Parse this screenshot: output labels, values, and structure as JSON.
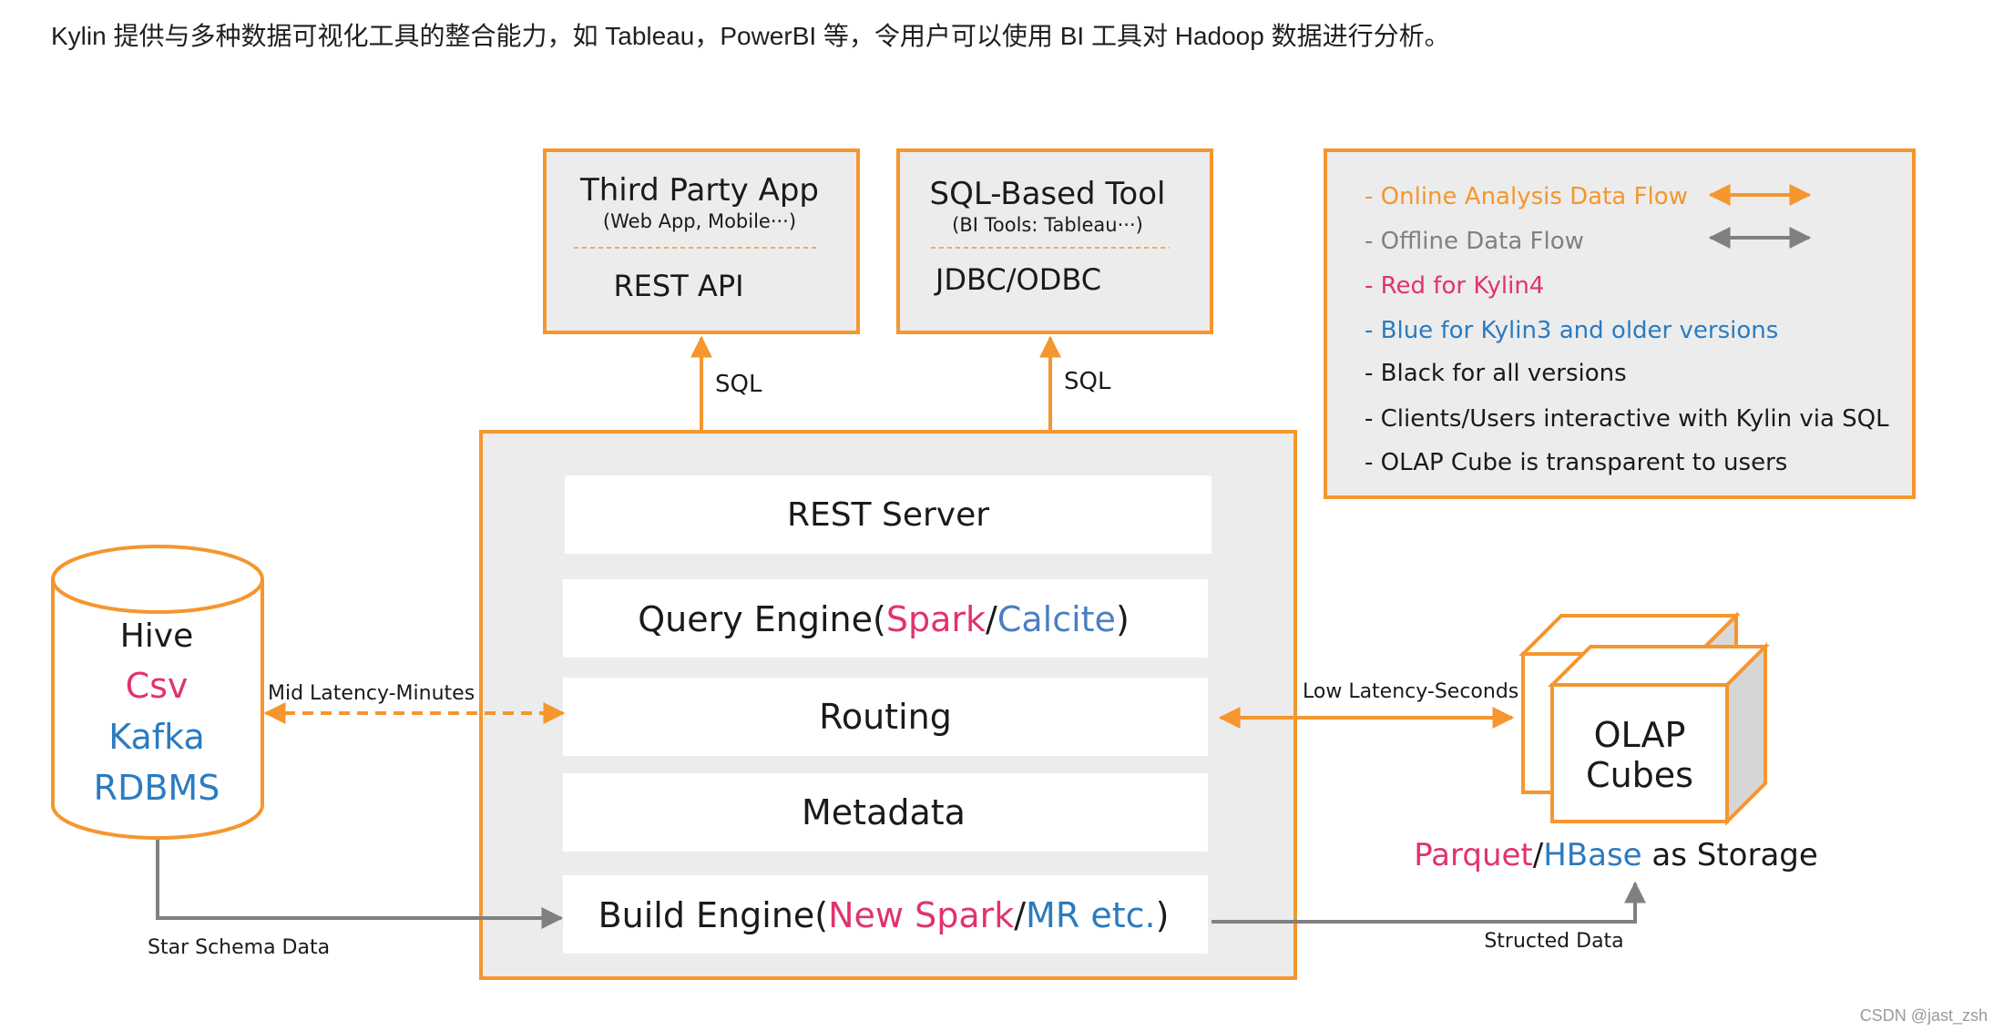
{
  "intro": "Kylin 提供与多种数据可视化工具的整合能力，如 Tableau，PowerBI 等，令用户可以使用 BI 工具对 Hadoop 数据进行分析。",
  "colors": {
    "orange": "#f5962e",
    "gray": "#808080",
    "kylin4_red": "#e0336f",
    "kylin3_blue": "#2b7bc0",
    "panel_bg": "#ececec",
    "text": "#1a1a1a"
  },
  "clients": {
    "third_party": {
      "title": "Third Party App",
      "subtitle": "(Web App, Mobile···)",
      "interface": "REST API"
    },
    "sql_tool": {
      "title": "SQL-Based Tool",
      "subtitle": "(BI Tools: Tableau···)",
      "interface": "JDBC/ODBC"
    }
  },
  "sql_labels": [
    "SQL",
    "SQL"
  ],
  "kylin": {
    "rest_server": "REST Server",
    "query_engine": {
      "prefix": "Query Engine(",
      "part1": "Spark",
      "sep": "/",
      "part2": "Calcite",
      "suffix": ")"
    },
    "routing": "Routing",
    "metadata": "Metadata",
    "build_engine": {
      "prefix": "Build Engine(",
      "part1": "New Spark",
      "sep": "/",
      "part2": "MR etc.",
      "suffix": ")"
    }
  },
  "sources": {
    "hive": "Hive",
    "csv": "Csv",
    "kafka": "Kafka",
    "rdbms": "RDBMS"
  },
  "flows": {
    "mid_latency": "Mid Latency-Minutes",
    "low_latency": "Low Latency-Seconds",
    "star_schema": "Star Schema Data",
    "structed": "Structed Data"
  },
  "olap": {
    "line1": "OLAP",
    "line2": "Cubes",
    "storage_part1": "Parquet",
    "storage_sep": "/",
    "storage_part2": "HBase",
    "storage_suffix": " as Storage"
  },
  "legend": {
    "online": "- Online Analysis Data Flow",
    "offline": "- Offline Data Flow",
    "red": "- Red for Kylin4",
    "blue": "- Blue for Kylin3 and older versions",
    "black": "- Black for all versions",
    "clients": "- Clients/Users interactive with Kylin via SQL",
    "olap": "- OLAP Cube is transparent to users"
  },
  "watermark": "CSDN @jast_zsh"
}
